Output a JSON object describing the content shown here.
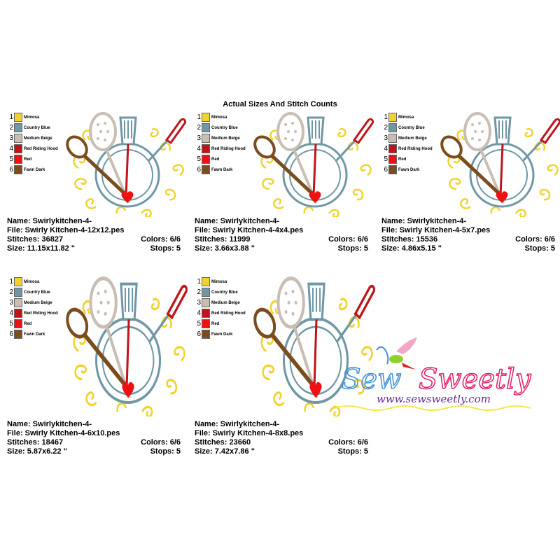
{
  "title": "Actual Sizes And Stitch Counts",
  "legend": [
    {
      "num": "1",
      "label": "Mimosa",
      "color": "#f2d22e"
    },
    {
      "num": "2",
      "label": "Country Blue",
      "color": "#6f97a6"
    },
    {
      "num": "3",
      "label": "Medium Beige",
      "color": "#c9beb3"
    },
    {
      "num": "4",
      "label": "Red Riding Hood",
      "color": "#c0141a"
    },
    {
      "num": "5",
      "label": "Red",
      "color": "#ee1111"
    },
    {
      "num": "6",
      "label": "Fawn Dark",
      "color": "#7a4c1e"
    }
  ],
  "designs": [
    {
      "name": "Name: Swirlykitchen-4-",
      "file": "File: Swirly Kitchen-4-12x12.pes",
      "stitches": "Stitches: 36827",
      "colors": "Colors: 6/6",
      "size": "Size: 11.15x11.82 \"",
      "stops": "Stops: 5"
    },
    {
      "name": "Name: Swirlykitchen-4-",
      "file": "File: Swirly Kitchen-4-4x4.pes",
      "stitches": "Stitches: 11999",
      "colors": "Colors: 6/6",
      "size": "Size: 3.66x3.88 \"",
      "stops": "Stops: 5"
    },
    {
      "name": "Name: Swirlykitchen-4-",
      "file": "File: Swirly Kitchen-4-5x7.pes",
      "stitches": "Stitches: 15536",
      "colors": "Colors: 6/6",
      "size": "Size: 4.86x5.15 \"",
      "stops": "Stops: 5"
    },
    {
      "name": "Name: Swirlykitchen-4-",
      "file": "File: Swirly Kitchen-4-6x10.pes",
      "stitches": "Stitches: 18467",
      "colors": "Colors: 6/6",
      "size": "Size: 5.87x6.22 \"",
      "stops": "Stops: 5"
    },
    {
      "name": "Name: Swirlykitchen-4-",
      "file": "File: Swirly Kitchen-4-8x8.pes",
      "stitches": "Stitches: 23660",
      "colors": "Colors: 6/6",
      "size": "Size: 7.42x7.86 \"",
      "stops": "Stops: 5"
    }
  ],
  "logo": {
    "word1": "Sew",
    "word2": "Sweetly",
    "url": "www.sewsweetly.com"
  }
}
